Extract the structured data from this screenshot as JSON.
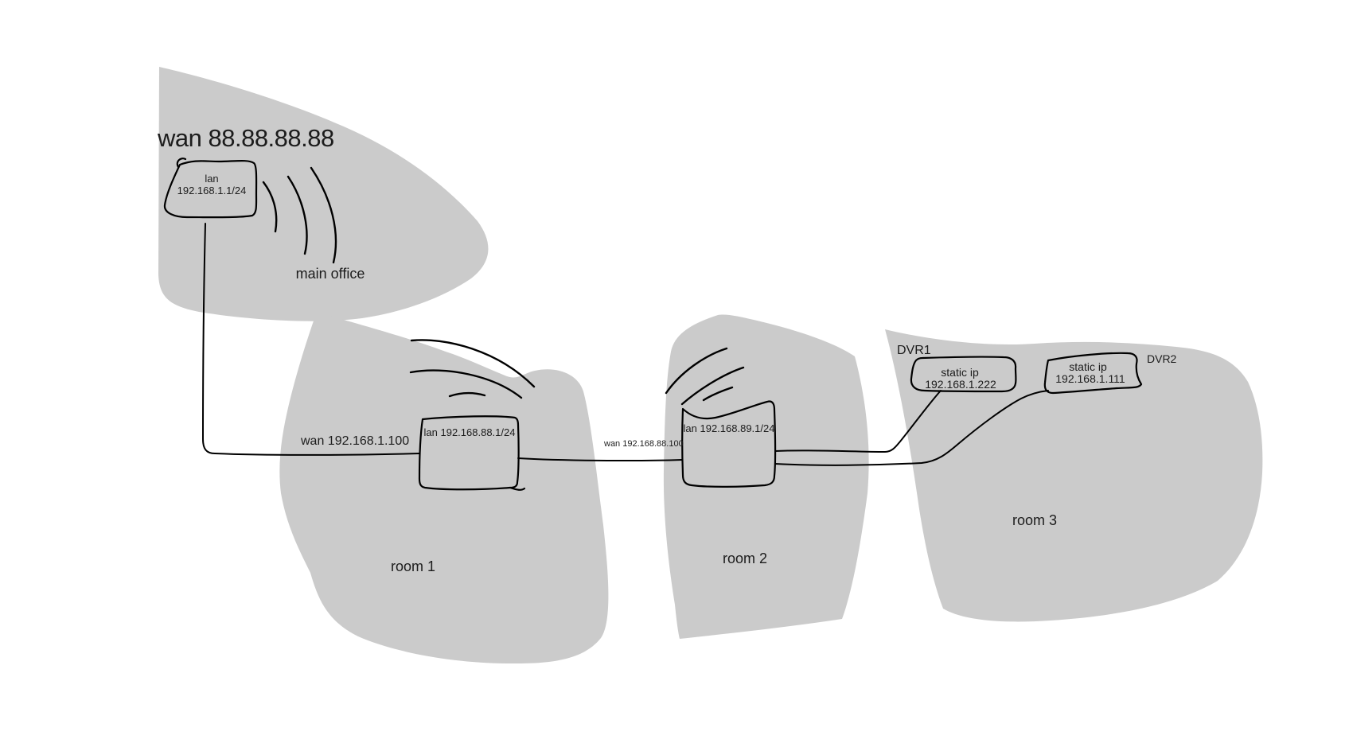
{
  "colors": {
    "background": "#ffffff",
    "blob_fill": "#cbcbcb",
    "stroke": "#000000",
    "text": "#1c1c1c"
  },
  "main_office": {
    "wan_label": "wan 88.88.88.88",
    "router": {
      "line1": "lan",
      "line2": "192.168.1.1/24"
    },
    "name": "main office"
  },
  "room1": {
    "name": "room 1",
    "wan_label": "wan 192.168.1.100",
    "router_label": "lan 192.168.88.1/24"
  },
  "room2": {
    "name": "room 2",
    "wan_label": "wan 192.168.88.100",
    "router_label": "lan 192.168.89.1/24"
  },
  "room3": {
    "name": "room 3"
  },
  "dvr1": {
    "title": "DVR1",
    "line1": "static ip",
    "line2": "192.168.1.222"
  },
  "dvr2": {
    "title": "DVR2",
    "line1": "static ip",
    "line2": "192.168.1.111"
  }
}
